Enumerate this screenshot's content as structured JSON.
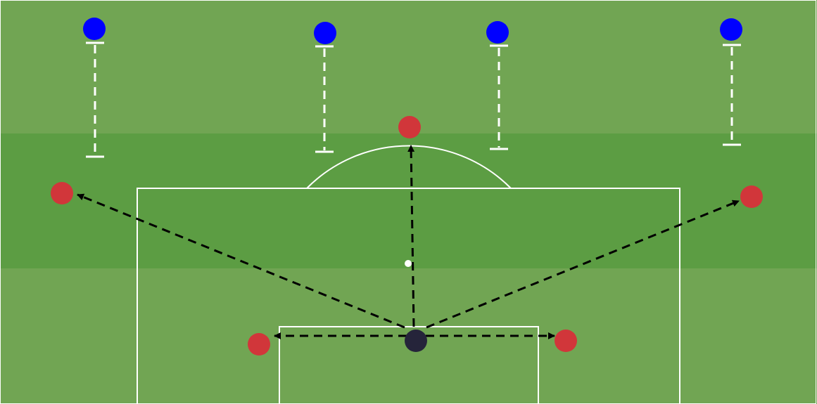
{
  "colors": {
    "pitch_light": "#71a553",
    "pitch_dark": "#5c9d43",
    "lines": "#ffffff",
    "attacker": "#d1363a",
    "defender": "#0000ff",
    "ball_carrier": "#25243a",
    "pass_arrow": "#000000",
    "defender_marker": "#ffffff"
  },
  "legend": {
    "attacker_icon": "red-player-circle",
    "defender_icon": "blue-player-circle",
    "ball_carrier_icon": "dark-player-circle",
    "pass_icon": "dashed-arrow",
    "pressure_icon": "dashed-t-line"
  }
}
